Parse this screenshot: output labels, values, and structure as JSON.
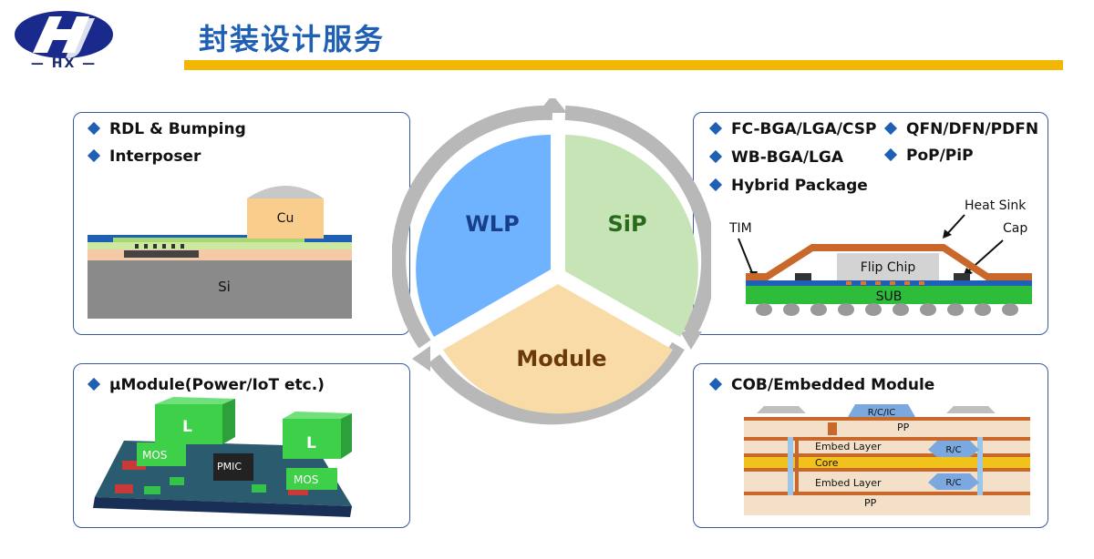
{
  "logo": {
    "text": "HX"
  },
  "title": "封装设计服务",
  "cycle": {
    "wlp": "WLP",
    "sip": "SiP",
    "module": "Module"
  },
  "panels": {
    "top_left": {
      "bullets": [
        "RDL & Bumping",
        "Interposer"
      ],
      "labels": {
        "cu": "Cu",
        "si": "Si"
      }
    },
    "top_right": {
      "bullets": [
        "FC-BGA/LGA/CSP",
        "QFN/DFN/PDFN",
        "WB-BGA/LGA",
        "PoP/PiP",
        "Hybrid Package"
      ],
      "labels": {
        "heat_sink": "Heat Sink",
        "tim": "TIM",
        "cap": "Cap",
        "flip_chip": "Flip Chip",
        "sub": "SUB"
      }
    },
    "bottom_left": {
      "bullets": [
        "μModule(Power/IoT etc.)"
      ],
      "labels": {
        "l1": "L",
        "l2": "L",
        "mos1": "MOS",
        "mos2": "MOS",
        "pmic": "PMIC"
      }
    },
    "bottom_right": {
      "bullets": [
        "COB/Embedded Module"
      ],
      "labels": {
        "rcic": "R/C/IC",
        "pp_top": "PP",
        "embed1": "Embed Layer",
        "rc1": "R/C",
        "core": "Core",
        "embed2": "Embed Layer",
        "rc2": "R/C",
        "pp_bottom": "PP"
      }
    }
  },
  "colors": {
    "brand_blue": "#1f5fb4",
    "accent_yellow": "#f2b705",
    "wlp": "#6fb3ff",
    "sip": "#c6e4b5",
    "module": "#f9dba8"
  }
}
